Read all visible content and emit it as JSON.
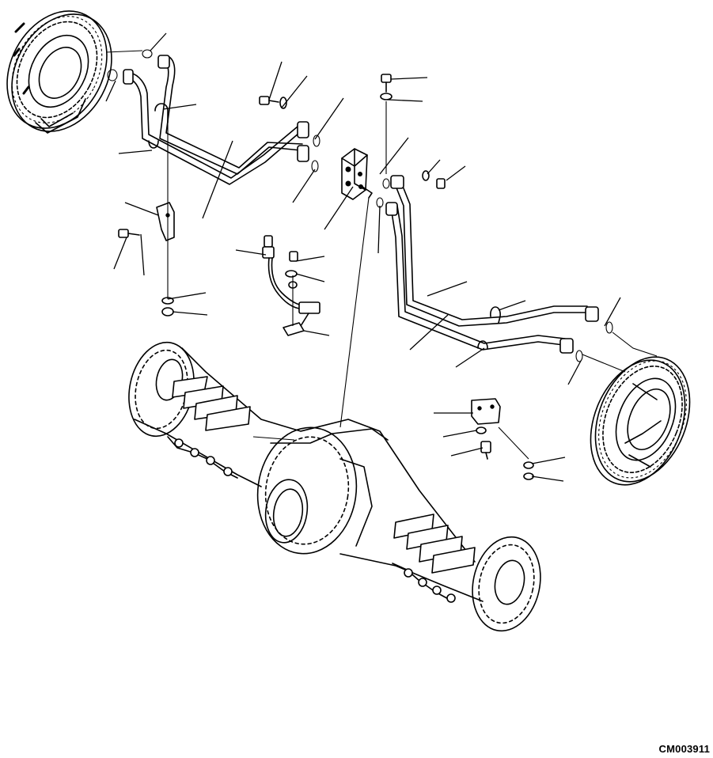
{
  "figure": {
    "drawing_code": "CM003911",
    "background": "#ffffff",
    "ink": "#000000",
    "parts": [
      "brake-disc-left",
      "brake-disc-right",
      "brake-tube-left",
      "brake-tube-right",
      "junction-block",
      "oil-temperature-sensor",
      "axle-housing",
      "clamp",
      "bracket",
      "bolt",
      "washer",
      "o-ring",
      "nut"
    ]
  }
}
